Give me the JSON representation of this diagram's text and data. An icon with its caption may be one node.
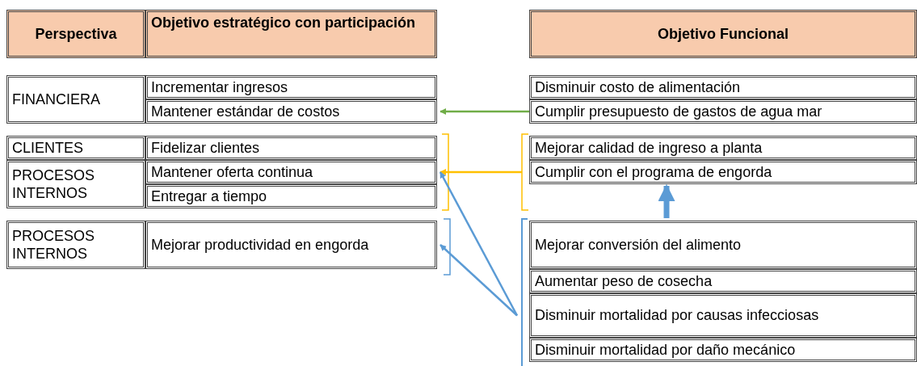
{
  "diagram": {
    "nodes": [
      {
        "text": [
          "Perspectiva"
        ]
      },
      {
        "text": [
          "Objetivo estratégico con participación"
        ]
      },
      {
        "text": [
          "Objetivo Funcional"
        ]
      },
      {
        "text": [
          "FINANCIERA"
        ]
      },
      {
        "text": [
          "Incrementar ingresos"
        ]
      },
      {
        "text": [
          "Mantener estándar de costos"
        ]
      },
      {
        "text": [
          "Disminuir costo de alimentación"
        ]
      },
      {
        "text": [
          "Cumplir presupuesto de gastos de agua mar"
        ]
      },
      {
        "text": [
          "CLIENTES"
        ]
      },
      {
        "text": [
          "Fidelizar clientes"
        ]
      },
      {
        "text": [
          "Mejorar calidad de ingreso a planta"
        ]
      },
      {
        "text": [
          "PROCESOS INTERNOS"
        ]
      },
      {
        "text": [
          "Mantener oferta continua"
        ]
      },
      {
        "text": [
          "Cumplir con el programa de engorda"
        ]
      },
      {
        "text": [
          "Entregar a tiempo"
        ]
      },
      {
        "text": [
          "PROCESOS INTERNOS"
        ]
      },
      {
        "text": [
          "Mejorar productividad en engorda"
        ]
      },
      {
        "text": [
          "Mejorar conversión del alimento"
        ]
      },
      {
        "text": [
          "Aumentar peso de cosecha"
        ]
      },
      {
        "text": [
          "Disminuir mortalidad por causas infecciosas"
        ]
      },
      {
        "text": [
          "Disminuir mortalidad por daño mecánico"
        ]
      }
    ],
    "edges": [
      {
        "from": 7,
        "to": 5,
        "arrow": "to",
        "color": "#70ad47"
      },
      {
        "from": 13,
        "to": 12,
        "arrow": "to",
        "color": "#ffc000"
      },
      {
        "from": 19,
        "to": 12,
        "arrow": "to",
        "color": "#5b9bd5"
      },
      {
        "from": 19,
        "to": 16,
        "arrow": "to",
        "color": "#5b9bd5"
      },
      {
        "from": 17,
        "to": 13,
        "arrow": "to",
        "style": "thick",
        "color": "#5b9bd5"
      }
    ]
  }
}
